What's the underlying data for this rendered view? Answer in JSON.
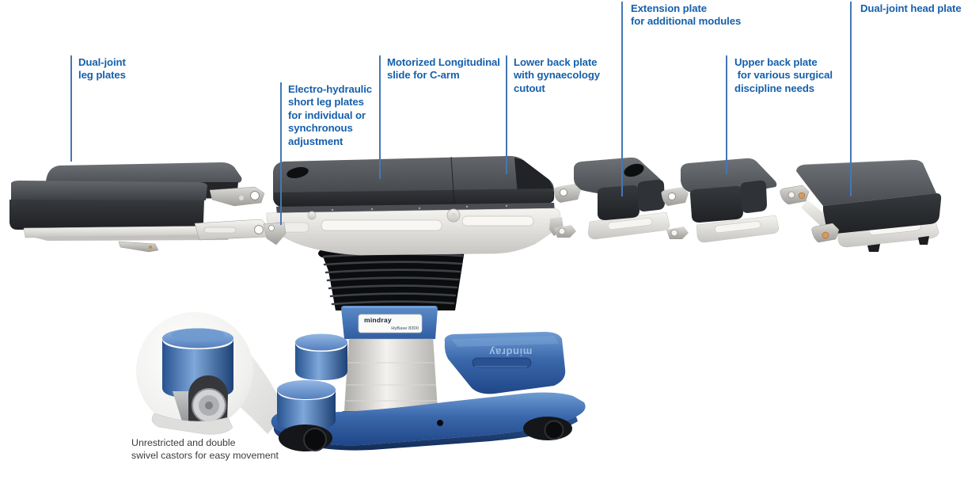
{
  "figure": {
    "brand_label": {
      "brand": "mindray",
      "model": "HyBase 8300"
    },
    "base_brand": "mindray"
  },
  "callouts": {
    "dual_joint_leg_plates": "Dual-joint\nleg plates",
    "electro_hydraulic_short_leg_plates": "Electro-hydraulic\nshort leg plates\nfor individual or\nsynchronous\nadjustment",
    "motorized_longitudinal_slide": "Motorized Longitudinal\nslide for C-arm",
    "lower_back_plate": "Lower back plate\nwith gynaecology\ncutout",
    "extension_plate": "Extension plate\nfor additional modules",
    "upper_back_plate": "Upper back plate\n for various surgical\ndiscipline needs",
    "dual_joint_head_plate": "Dual-joint head plate",
    "castors_caption": "Unrestricted and double\nswivel castors for easy movement"
  },
  "colors": {
    "callout_text": "#1660ac",
    "leader_line": "#4577b5",
    "caption_text": "#3d3d3d",
    "base_blue": "#3a68ab",
    "cushion_dark": "#2b2d30",
    "silver": "#dddcd8",
    "hinge_orange": "#d89a5e"
  }
}
